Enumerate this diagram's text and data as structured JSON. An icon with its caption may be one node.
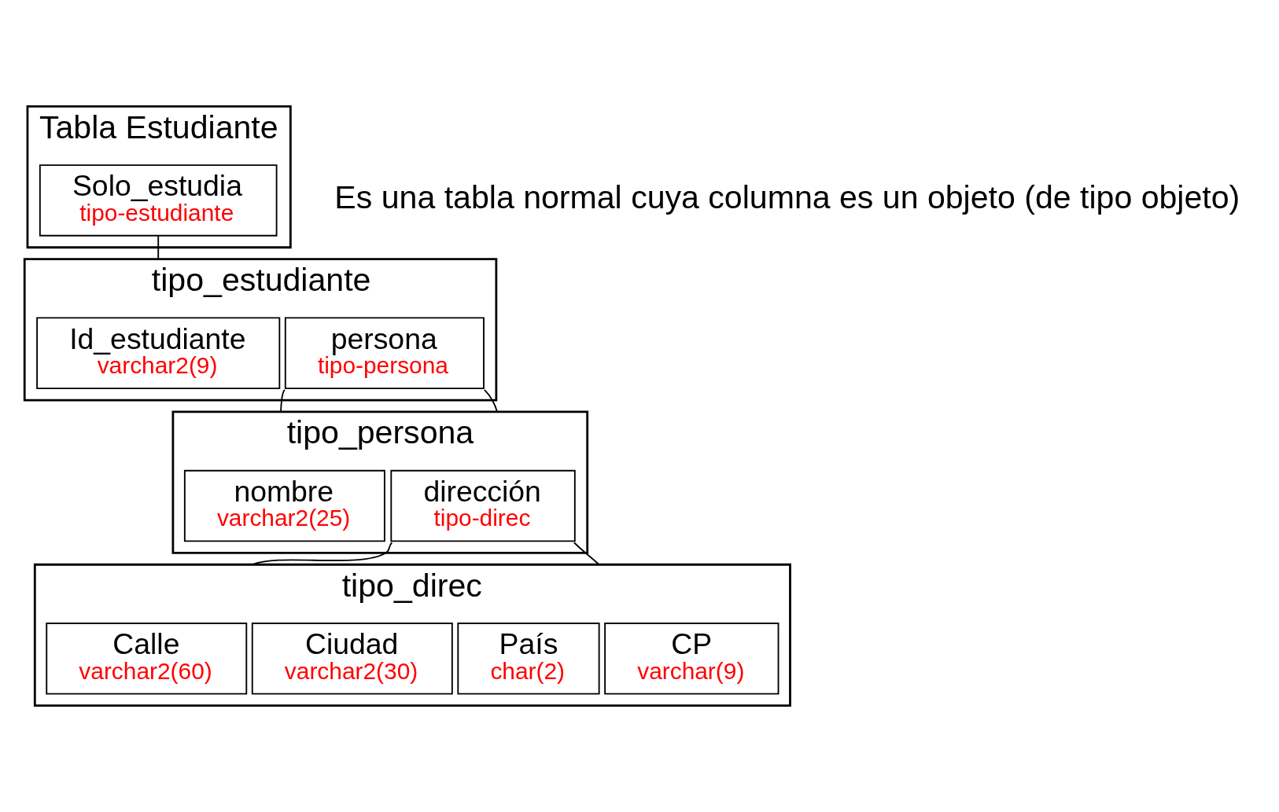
{
  "diagram": {
    "nodes": [
      {
        "text": [
          "Tabla Estudiante"
        ]
      },
      {
        "text": [
          "Solo_estudia",
          "tipo-estudiante"
        ],
        "in": 0
      },
      {
        "text": [
          "tipo_estudiante"
        ]
      },
      {
        "text": [
          "Id_estudiante",
          "varchar2(9)"
        ],
        "in": 2
      },
      {
        "text": [
          "persona",
          "tipo-persona"
        ],
        "in": 2
      },
      {
        "text": [
          "tipo_persona"
        ]
      },
      {
        "text": [
          "nombre",
          "varchar2(25)"
        ],
        "in": 5
      },
      {
        "text": [
          "dirección",
          "tipo-direc"
        ],
        "in": 5
      },
      {
        "text": [
          "tipo_direc"
        ]
      },
      {
        "text": [
          "Calle",
          "varchar2(60)"
        ],
        "in": 8
      },
      {
        "text": [
          "Ciudad",
          "varchar2(30)"
        ],
        "in": 8
      },
      {
        "text": [
          "País",
          "char(2)"
        ],
        "in": 8
      },
      {
        "text": [
          "CP",
          "varchar(9)"
        ],
        "in": 8
      }
    ],
    "edges": [
      {
        "from": 1,
        "to": 2,
        "arrow": "none"
      },
      {
        "from": 4,
        "to": 5,
        "arrow": "none"
      },
      {
        "from": 4,
        "to": 5,
        "arrow": "none"
      },
      {
        "from": 7,
        "to": 8,
        "arrow": "none"
      },
      {
        "from": 7,
        "to": 8,
        "arrow": "none"
      }
    ],
    "labels": [
      "Es una tabla normal cuya columna es un objeto (de tipo objeto)"
    ]
  }
}
